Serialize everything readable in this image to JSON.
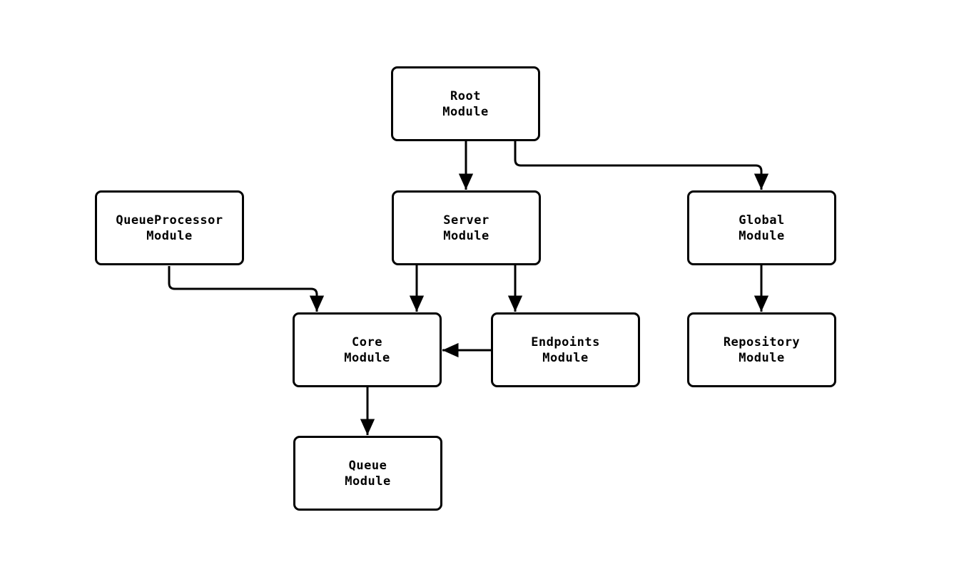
{
  "diagram": {
    "type": "flowchart",
    "background_color": "#ffffff",
    "stroke_color": "#000000",
    "node_fill_color": "#ffffff",
    "text_color": "#000000",
    "nodes": {
      "root": {
        "line1": "Root",
        "line2": "Module"
      },
      "queueprocessor": {
        "line1": "QueueProcessor",
        "line2": "Module"
      },
      "server": {
        "line1": "Server",
        "line2": "Module"
      },
      "global": {
        "line1": "Global",
        "line2": "Module"
      },
      "core": {
        "line1": "Core",
        "line2": "Module"
      },
      "endpoints": {
        "line1": "Endpoints",
        "line2": "Module"
      },
      "repository": {
        "line1": "Repository",
        "line2": "Module"
      },
      "queue": {
        "line1": "Queue",
        "line2": "Module"
      }
    },
    "edges": [
      {
        "from": "Root Module",
        "to": "Server Module",
        "label": "Root Module to Server Module"
      },
      {
        "from": "Root Module",
        "to": "Global Module",
        "label": "Root Module to Global Module"
      },
      {
        "from": "QueueProcessor Module",
        "to": "Core Module",
        "label": "QueueProcessor Module to Core Module"
      },
      {
        "from": "Server Module",
        "to": "Core Module",
        "label": "Server Module to Core Module"
      },
      {
        "from": "Server Module",
        "to": "Endpoints Module",
        "label": "Server Module to Endpoints Module"
      },
      {
        "from": "Global Module",
        "to": "Repository Module",
        "label": "Global Module to Repository Module"
      },
      {
        "from": "Endpoints Module",
        "to": "Core Module",
        "label": "Endpoints Module to Core Module"
      },
      {
        "from": "Core Module",
        "to": "Queue Module",
        "label": "Core Module to Queue Module"
      }
    ]
  }
}
